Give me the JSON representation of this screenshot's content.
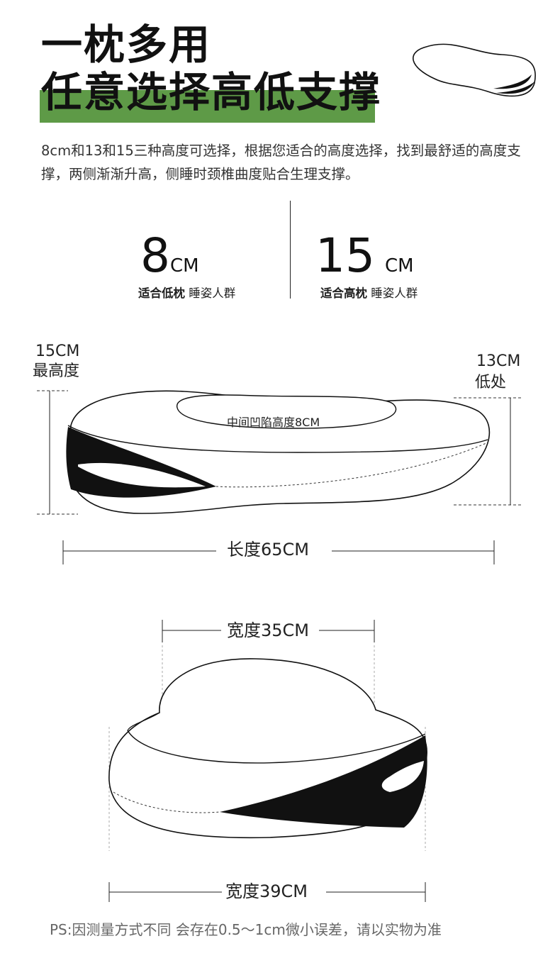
{
  "header": {
    "title_line1": "一枕多用",
    "title_line2": "任意选择高低支撑",
    "accent_color": "#5e9a47"
  },
  "description": "8cm和13和15三种高度可选择，根据您适合的高度选择，找到最舒适的高度支撑，两侧渐渐升高，侧睡时颈椎曲度贴合生理支撑。",
  "options": [
    {
      "number": "8",
      "unit": "CM",
      "label_bold": "适合低枕",
      "label_rest": "睡姿人群"
    },
    {
      "number": "15",
      "unit": "CM",
      "label_bold": "适合高枕",
      "label_rest": "睡姿人群"
    }
  ],
  "side_view": {
    "left_value": "15CM",
    "left_caption": "最高度",
    "right_value": "13CM",
    "right_caption": "低处",
    "center_label": "中间凹陷高度8CM",
    "length_label": "长度65CM"
  },
  "front_view": {
    "top_width_label": "宽度35CM",
    "bottom_width_label": "宽度39CM"
  },
  "footer_note": "PS:因测量方式不同  会存在0.5～1cm微小误差，请以实物为准"
}
